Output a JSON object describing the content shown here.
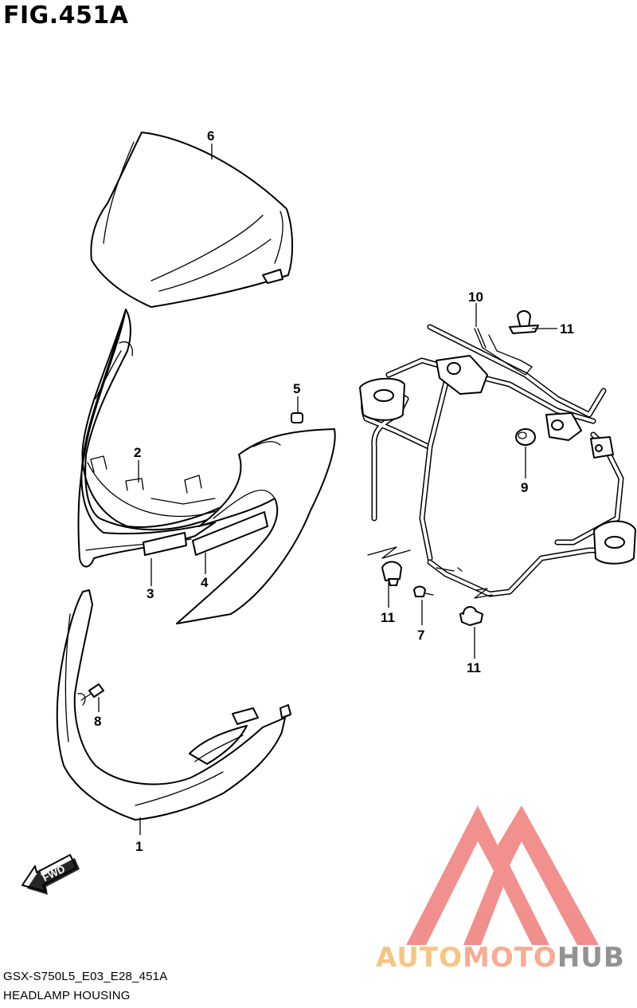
{
  "figure_title": "FIG.451A",
  "footer": {
    "model_code": "GSX-S750L5_E03_E28_451A",
    "section_name": "HEADLAMP HOUSING"
  },
  "direction_arrow": "FWD",
  "watermark": {
    "brand_left": "AUTO",
    "brand_mid": "MOTO",
    "brand_right": "HUB",
    "colors": {
      "triangle": "#f08a86",
      "auto": "#f7c27a",
      "moto": "#f7a98e",
      "hub": "#8d8d8d"
    }
  },
  "callouts": [
    {
      "label": "1",
      "part": "lower-cowl"
    },
    {
      "label": "2",
      "part": "headlamp-housing-panel"
    },
    {
      "label": "3",
      "part": "front-cowl"
    },
    {
      "label": "4",
      "part": "emblem-strip"
    },
    {
      "label": "5",
      "part": "cushion"
    },
    {
      "label": "6",
      "part": "visor-screen"
    },
    {
      "label": "7",
      "part": "bolt"
    },
    {
      "label": "8",
      "part": "screw"
    },
    {
      "label": "9",
      "part": "grommet"
    },
    {
      "label": "10",
      "part": "clamp"
    },
    {
      "label": "11",
      "part": "clip-upper"
    },
    {
      "label": "11",
      "part": "clip-left"
    },
    {
      "label": "11",
      "part": "clip-right"
    }
  ]
}
